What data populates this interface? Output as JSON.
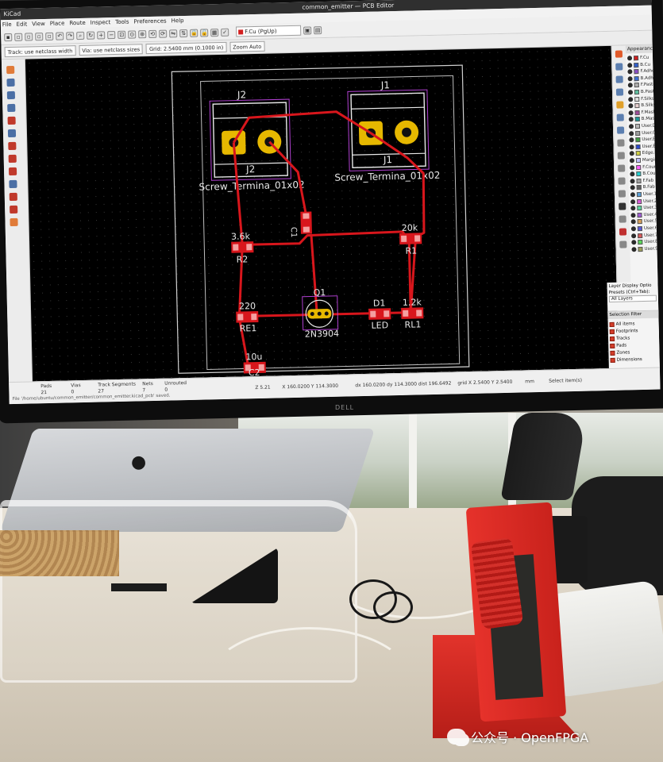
{
  "window": {
    "app_name": "KiCad",
    "title": "common_emitter — PCB Editor"
  },
  "menu": [
    "File",
    "Edit",
    "View",
    "Place",
    "Route",
    "Inspect",
    "Tools",
    "Preferences",
    "Help"
  ],
  "toolbar": {
    "layer_select": "F.Cu (PgUp)",
    "track_width": "Track: use netclass width",
    "via_size": "Via: use netclass sizes",
    "grid": "Grid: 2.5400 mm (0.1000 in)",
    "zoom": "Zoom Auto"
  },
  "pcb": {
    "connectors": [
      {
        "ref": "J2",
        "value": "Screw_Termina_01x02"
      },
      {
        "ref": "J1",
        "value": "Screw_Termina_01x02"
      }
    ],
    "components": [
      {
        "ref": "R2",
        "value": "3.6k"
      },
      {
        "ref": "R1",
        "value": "20k"
      },
      {
        "ref": "Q1",
        "label": "Q1",
        "value": "2N3904"
      },
      {
        "ref": "C1",
        "value": "C1"
      },
      {
        "ref": "RE1",
        "value": "220"
      },
      {
        "ref": "D1",
        "value": "LED"
      },
      {
        "ref": "RL1",
        "value": "1.2k"
      },
      {
        "ref": "C2",
        "value": "10u"
      }
    ],
    "colors": {
      "track": "#d8161c",
      "pad": "#e6b800",
      "board_edge": "#d0d0d0",
      "courtyard": "#b040d0"
    }
  },
  "appearance": {
    "header": "Appearance",
    "layers": [
      "F.Cu",
      "B.Cu",
      "F.Adhes",
      "B.Adhes",
      "F.Paste",
      "B.Paste",
      "F.Silks",
      "B.Silks",
      "F.Mask",
      "B.Mask",
      "User.Dr",
      "User.Co",
      "User.Ec",
      "User.Ec",
      "Edge.Cu",
      "Margin",
      "F.Cour",
      "B.Cour",
      "F.Fab",
      "B.Fab",
      "User.1",
      "User.2",
      "User.3",
      "User.4",
      "User.5",
      "User.6",
      "User.7",
      "User.8",
      "User.9"
    ],
    "layer_display": "Layer Display Optio",
    "presets": "Presets (Ctrl+Tab):",
    "preset_value": "All Layers"
  },
  "selection_filter": {
    "title": "Selection Filter",
    "items": [
      "All items",
      "Footprints",
      "Tracks",
      "Pads",
      "Zones",
      "Dimensions"
    ]
  },
  "status": {
    "pads_label": "Pads",
    "pads_value": "21",
    "vias_label": "Vias",
    "vias_value": "0",
    "segments_label": "Track Segments",
    "segments_value": "27",
    "nets_label": "Nets",
    "nets_value": "7",
    "unrouted_label": "Unrouted",
    "unrouted_value": "0",
    "zoom_readout": "Z 5.21",
    "xy": "X 160.0200  Y 114.3000",
    "dxdy": "dx 160.0200  dy 114.3000  dist 196.6492",
    "grid": "grid X 2.5400  Y 2.5400",
    "units": "mm",
    "selection": "Select item(s)",
    "file_path": "File '/home/ubuntu/common_emitter/common_emitter.kicad_pcb' saved."
  },
  "monitor_brand": "DELL",
  "watermark": "公众号 · OpenFPGA"
}
